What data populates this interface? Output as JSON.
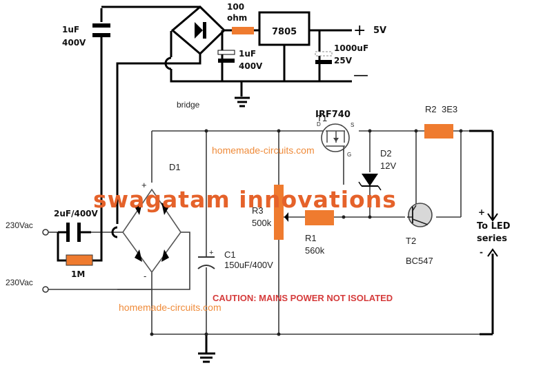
{
  "diagram": {
    "type": "circuit-schematic",
    "watermark": "swagatam innovations",
    "site_label_top": "homemade-circuits.com",
    "site_label_bottom": "homemade-circuits.com",
    "caution": "CAUTION: MAINS POWER NOT ISOLATED",
    "colors": {
      "resistor": "#ef7b2f",
      "watermark": "#e5622a",
      "caution": "#d53b3b",
      "site": "#ef8b3a"
    },
    "supply": {
      "input_top": "230Vac",
      "input_bottom": "230Vac",
      "series_cap": "2uF/400V",
      "bleeder": "1M",
      "aux_cap_line1": "1uF",
      "aux_cap_line2": "400V",
      "bridge_label": "bridge",
      "dropper_line1": "100",
      "dropper_line2": "ohm",
      "filter_line1": "1uF",
      "filter_line2": "400V",
      "regulator": "7805",
      "out_cap_line1": "1000uF",
      "out_cap_line2": "25V",
      "out_plus": "+",
      "out_voltage": "5V",
      "out_minus": "—"
    },
    "components": {
      "d1": "D1",
      "d1_plus": "+",
      "d1_minus": "-",
      "c1_name": "C1",
      "c1_value": "150uF/400V",
      "c1_plus": "+",
      "r3_name": "R3",
      "r3_value": "500k",
      "r1_name": "R1",
      "r1_value": "560k",
      "t1_name": "T1",
      "t1_part": "IRF740",
      "t1_d": "D",
      "t1_s": "S",
      "t1_g": "G",
      "d2_name": "D2",
      "d2_value": "12V",
      "r2_name": "R2",
      "r2_value": "3E3",
      "t2_name": "T2",
      "t2_part": "BC547"
    },
    "output": {
      "plus": "+",
      "line1": "To LED",
      "line2": "series",
      "minus": "-"
    }
  }
}
